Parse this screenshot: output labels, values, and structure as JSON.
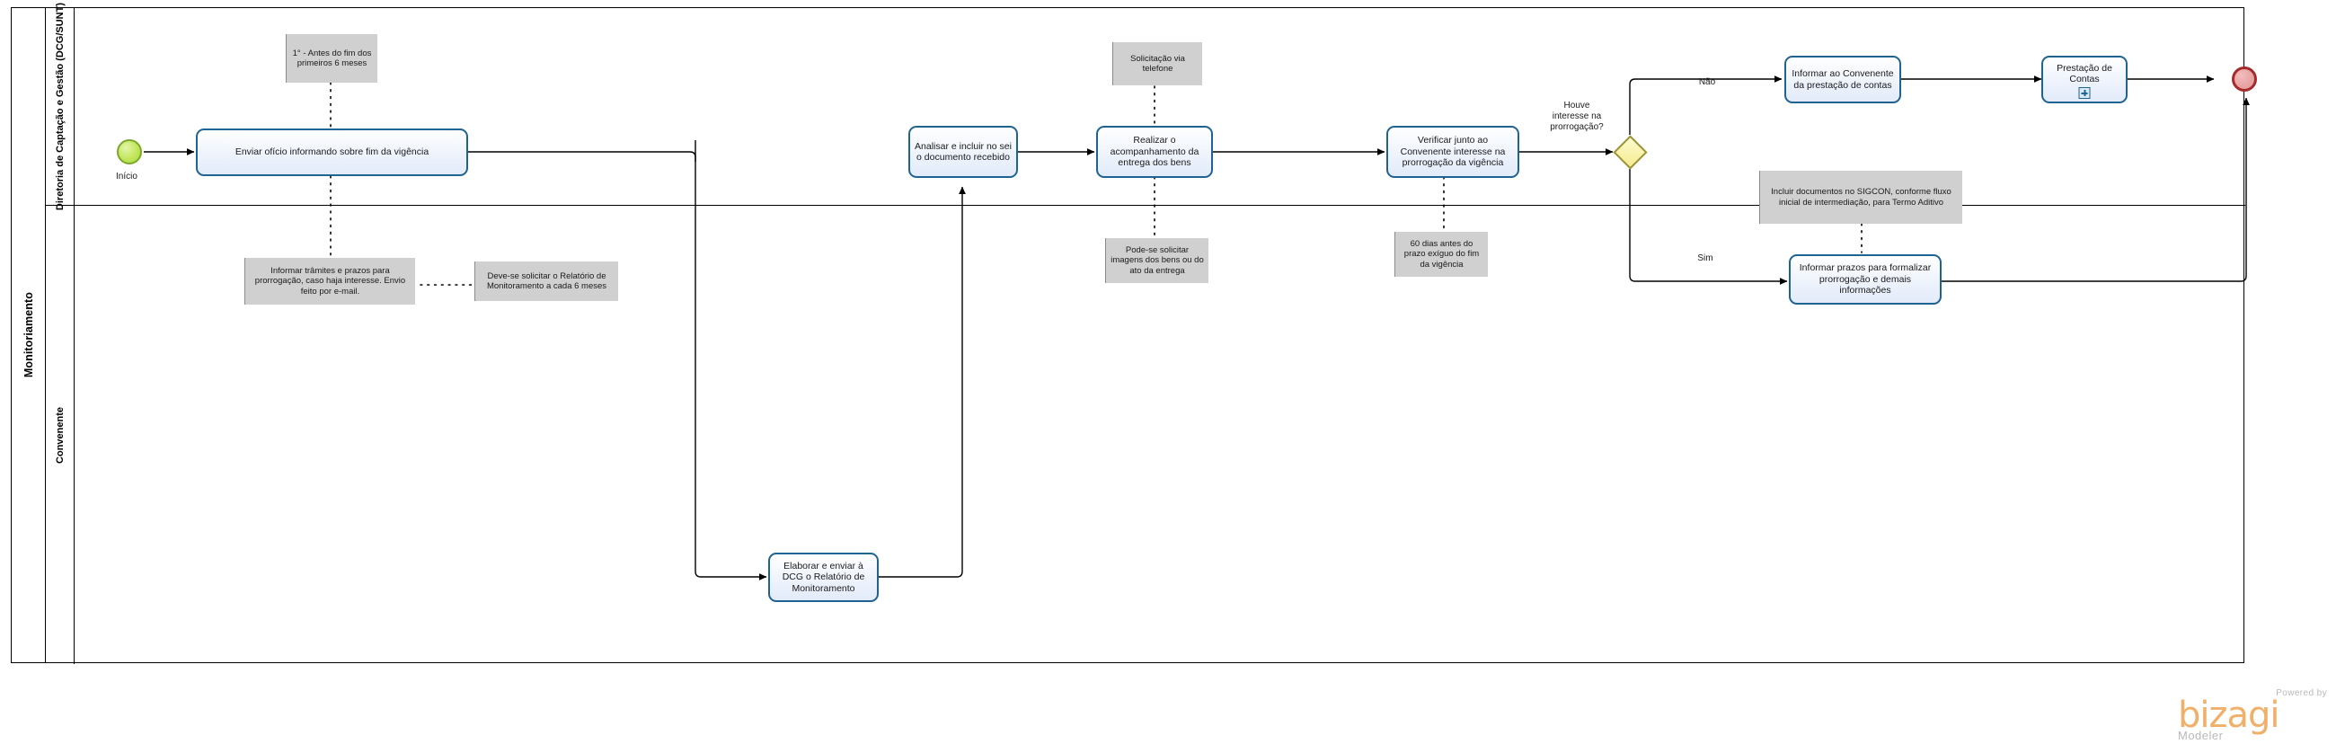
{
  "diagram": {
    "type": "bpmn",
    "tool": "Bizagi Modeler",
    "pool": {
      "name": "Monitoriamento"
    },
    "lanes": [
      {
        "id": "lane-dcg",
        "name": "Diretoria de Captação e Gestão (DCG/SUNT)"
      },
      {
        "id": "lane-convenente",
        "name": "Convenente"
      }
    ],
    "events": [
      {
        "id": "start",
        "kind": "start",
        "label": "Início",
        "lane": "lane-dcg"
      },
      {
        "id": "end",
        "kind": "end",
        "label": "",
        "lane": "lane-dcg"
      }
    ],
    "gateways": [
      {
        "id": "gw1",
        "kind": "exclusive",
        "label": "Houve\ninteresse na\nprorrogação?",
        "lane": "lane-dcg"
      }
    ],
    "tasks": [
      {
        "id": "t1",
        "label": "Enviar ofício informando sobre fim da vigência",
        "lane": "lane-dcg",
        "type": "task"
      },
      {
        "id": "t2",
        "label": "Analisar e incluir no sei o documento recebido",
        "lane": "lane-dcg",
        "type": "task"
      },
      {
        "id": "t3",
        "label": "Realizar o acompanhamento da entrega dos bens",
        "lane": "lane-dcg",
        "type": "task"
      },
      {
        "id": "t4",
        "label": "Verificar junto ao Convenente interesse na prorrogação da vigência",
        "lane": "lane-dcg",
        "type": "task"
      },
      {
        "id": "t5",
        "label": "Informar ao Convenente da prestação de contas",
        "lane": "lane-dcg",
        "type": "task"
      },
      {
        "id": "t6",
        "label": "Informar prazos para formalizar prorrogação e demais informações",
        "lane": "lane-dcg",
        "type": "task"
      },
      {
        "id": "t7",
        "label": "Prestação de Contas",
        "lane": "lane-dcg",
        "type": "subprocess"
      },
      {
        "id": "t8",
        "label": "Elaborar e enviar à DCG o Relatório de Monitoramento",
        "lane": "lane-convenente",
        "type": "task"
      }
    ],
    "annotations": [
      {
        "id": "a1",
        "text": "1° - Antes do fim dos primeiros 6 meses",
        "attached_to": "t1"
      },
      {
        "id": "a2",
        "text": "Informar trâmites e prazos para prorrogação, caso haja interesse. Envio feito por e-mail.",
        "attached_to": "t1"
      },
      {
        "id": "a3",
        "text": "Deve-se solicitar o Relatório de Monitoramento a cada 6 meses",
        "attached_to": "a2"
      },
      {
        "id": "a4",
        "text": "Solicitação via telefone",
        "attached_to": "t3"
      },
      {
        "id": "a5",
        "text": "Pode-se solicitar imagens dos bens ou do ato da entrega",
        "attached_to": "t3"
      },
      {
        "id": "a6",
        "text": "60 dias antes do prazo exíguo do fim da vigência",
        "attached_to": "t4"
      },
      {
        "id": "a7",
        "text": "Incluir documentos no SIGCON, conforme fluxo inicial de intermediação, para Termo Aditivo",
        "attached_to": "t6"
      }
    ],
    "flow_labels": [
      {
        "id": "fl-nao",
        "text": "Não"
      },
      {
        "id": "fl-sim",
        "text": "Sim"
      }
    ],
    "colors": {
      "task_border": "#1f6391",
      "task_fill": "#e9f0fc",
      "annotation_fill": "#d0d0d0",
      "start_border": "#7ea72c",
      "start_fill": "#c2e65c",
      "end_border": "#a32b2b",
      "end_fill": "#e8a3a3",
      "gateway_border": "#9a9431",
      "gateway_fill": "#f8f2a8",
      "flow_line": "#000000"
    }
  },
  "branding": {
    "powered_by": "Powered by",
    "product": "bizagi",
    "edition": "Modeler"
  }
}
